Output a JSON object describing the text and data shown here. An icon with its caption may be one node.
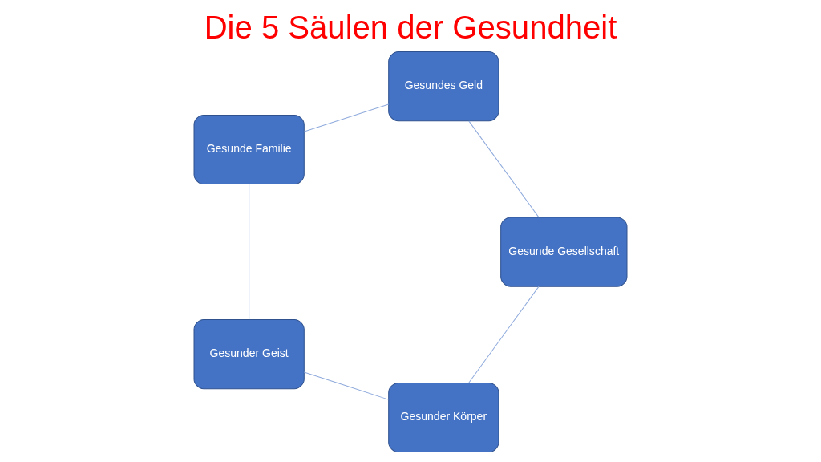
{
  "diagram": {
    "title": "Die 5 Säulen der Gesundheit",
    "nodes": [
      {
        "text": [
          "Gesunder Körper"
        ]
      },
      {
        "text": [
          "Gesunder Geist"
        ]
      },
      {
        "text": [
          "Gesunde Familie"
        ]
      },
      {
        "text": [
          "Gesundes Geld"
        ]
      },
      {
        "text": [
          "Gesunde Gesellschaft"
        ]
      }
    ],
    "edges": [
      {
        "from": 0,
        "to": 1,
        "arrow": "none"
      },
      {
        "from": 1,
        "to": 2,
        "arrow": "none"
      },
      {
        "from": 2,
        "to": 3,
        "arrow": "none"
      },
      {
        "from": 3,
        "to": 4,
        "arrow": "none"
      },
      {
        "from": 4,
        "to": 0,
        "arrow": "none"
      }
    ]
  }
}
